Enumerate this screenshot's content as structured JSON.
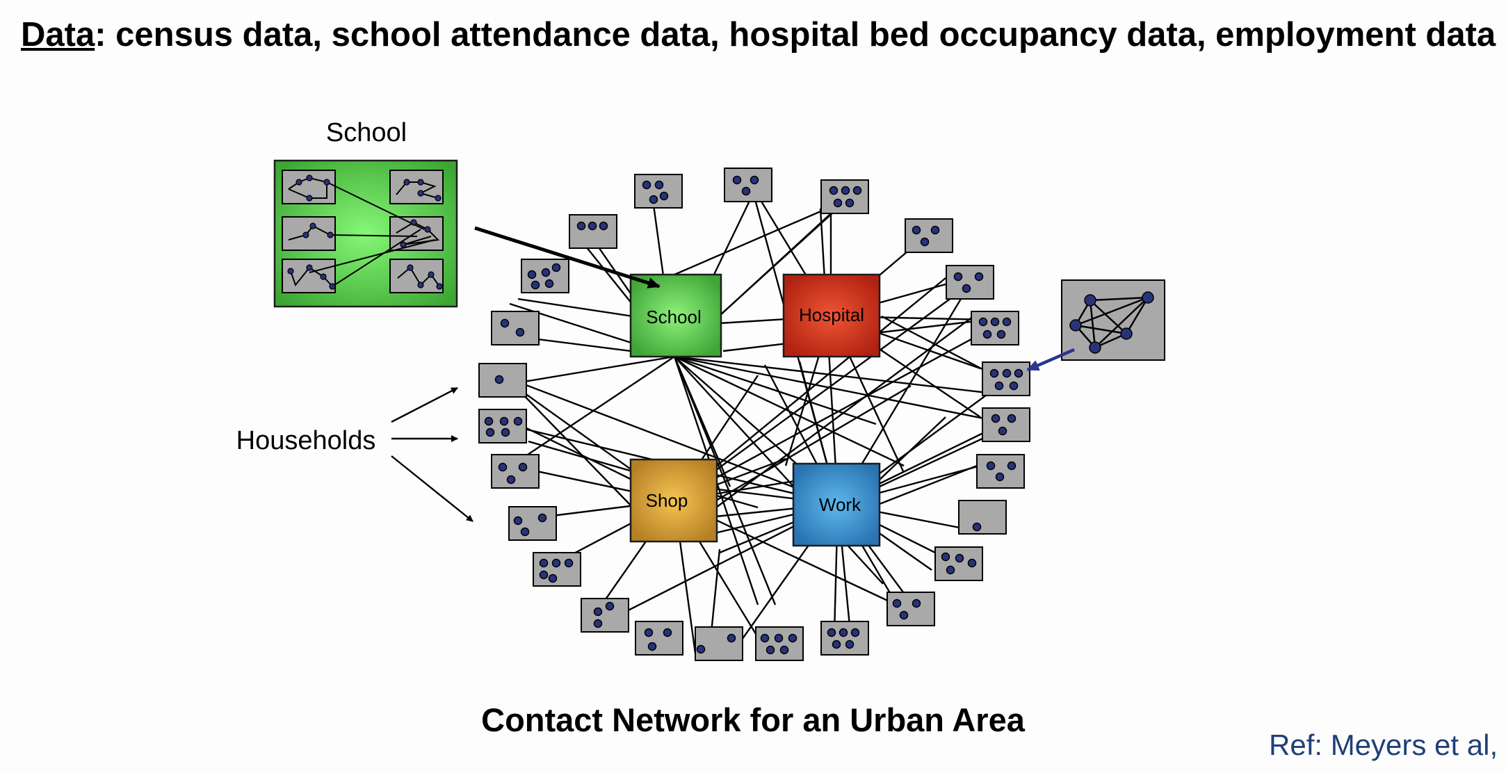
{
  "header": {
    "data_word": "Data",
    "rest": ": census data, school attendance data, hospital bed occupancy data, employment data"
  },
  "labels": {
    "school_inset": "School",
    "households": "Households",
    "school_node": "School",
    "hospital_node": "Hospital",
    "shop_node": "Shop",
    "work_node": "Work"
  },
  "caption": "Contact Network for an Urban Area",
  "ref": "Ref: Meyers et al,",
  "colors": {
    "school": "#55c04a",
    "hospital": "#d93420",
    "shop": "#d9a23a",
    "work": "#3f9bd8",
    "household": "#a9a9a9",
    "dot": "#28337a",
    "arrow_blue": "#2a3590"
  }
}
